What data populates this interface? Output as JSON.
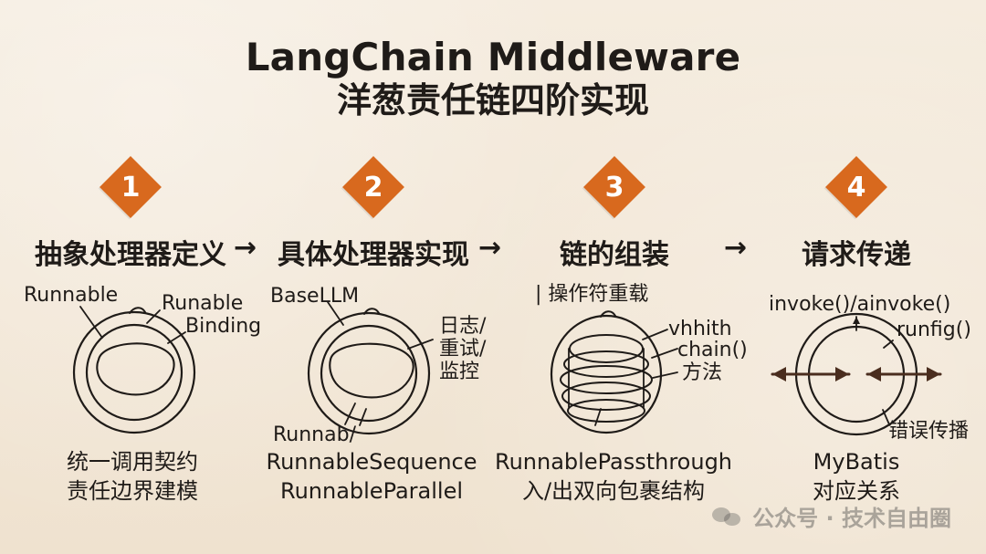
{
  "title": {
    "en": "LangChain Middleware",
    "cn": "洋葱责任链四阶实现"
  },
  "steps": [
    {
      "badge": "1",
      "heading": "抽象处理器定义",
      "labels": {
        "a": "Runnable",
        "b": "Runable",
        "c": "Binding"
      },
      "caption": {
        "line1": "统一调用契约",
        "line2": "责任边界建模"
      }
    },
    {
      "badge": "2",
      "heading": "具体处理器实现",
      "labels": {
        "a": "BaseLLM",
        "b": "日志/",
        "c": "重试/",
        "d": "监控",
        "e": "Runnab/"
      },
      "caption": {
        "line1": "RunnableSequence",
        "line2": "RunnableParallel"
      }
    },
    {
      "badge": "3",
      "heading": "链的组装",
      "labels": {
        "a": "| 操作符重载",
        "b": "vhhith",
        "c": "chain()",
        "d": "方法"
      },
      "caption": {
        "line1": "RunnablePassthrough",
        "line2": "入/出双向包裹结构"
      }
    },
    {
      "badge": "4",
      "heading": "请求传递",
      "labels": {
        "a": "invoke()/ainvoke()",
        "b": "runfig()",
        "c": "错误传播"
      },
      "caption": {
        "line1": "MyBatis",
        "line2": "对应关系"
      }
    }
  ],
  "arrows": [
    "→",
    "→",
    "→"
  ],
  "watermark": {
    "text": "公众号 · 技术自由圈",
    "icon": "wechat-icon"
  },
  "colors": {
    "background": "#f3e9da",
    "accent": "#d8691e",
    "ink": "#1f1b18"
  }
}
